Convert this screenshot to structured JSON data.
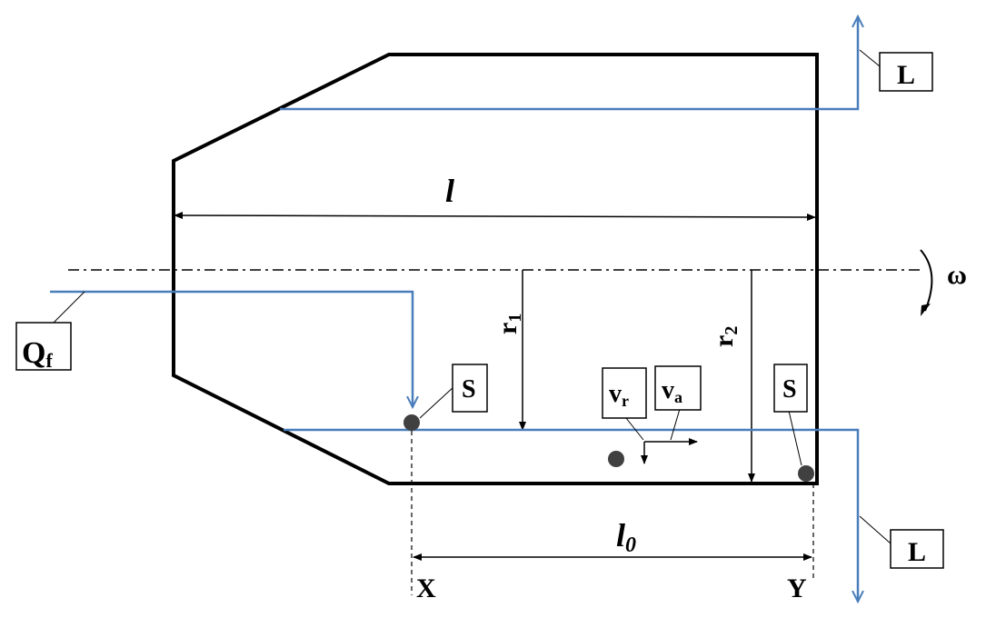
{
  "diagram": {
    "labels": {
      "L_top": "L",
      "L_bottom": "L",
      "Q_main": "Q",
      "Q_sub": "f",
      "S_left": "S",
      "S_right": "S",
      "vr_main": "v",
      "vr_sub": "r",
      "va_main": "v",
      "va_sub": "a",
      "length_l": "l",
      "length_l0_main": "l",
      "length_l0_sub": "0",
      "r1_main": "r",
      "r1_sub": "1",
      "r2_main": "r",
      "r2_sub": "2",
      "omega": "ω",
      "X": "X",
      "Y": "Y"
    },
    "colors": {
      "outline": "#000000",
      "flow": "#4A7EBB",
      "particle": "#404040"
    }
  }
}
